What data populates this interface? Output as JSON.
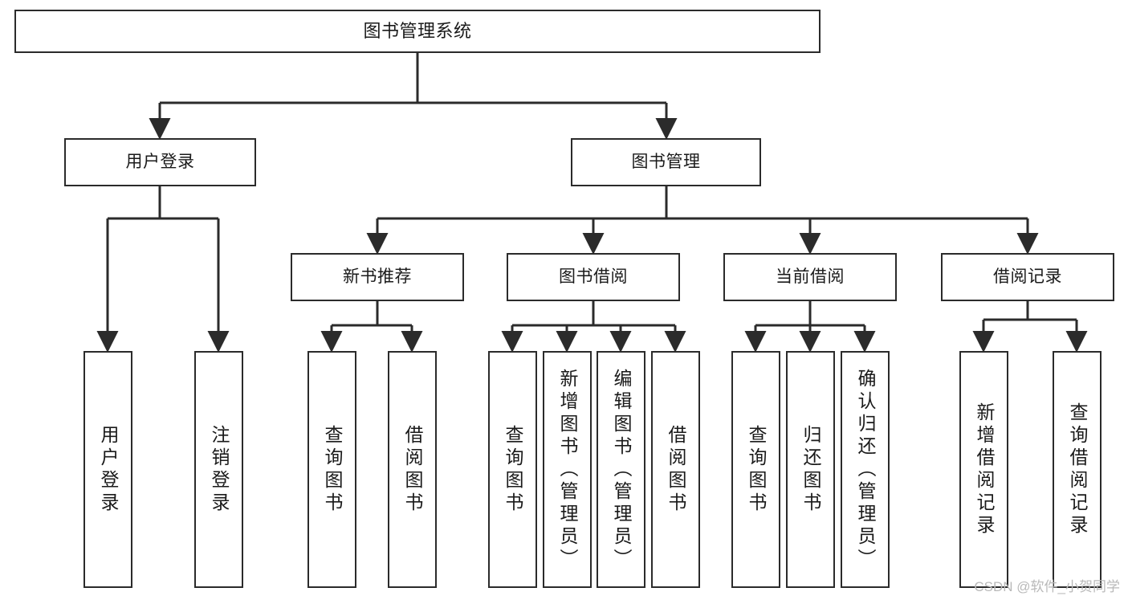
{
  "diagram": {
    "type": "tree-hierarchy-diagram",
    "title": "图书管理系统",
    "background_color": "#ffffff",
    "line_color": "#2b2b2b",
    "text_color": "#1a1a1a",
    "levels": 4
  },
  "nodes": {
    "root": {
      "label": "图书管理系统",
      "orientation": "horizontal"
    },
    "level2": [
      {
        "label": "用户登录",
        "orientation": "horizontal"
      },
      {
        "label": "图书管理",
        "orientation": "horizontal"
      }
    ],
    "level3": [
      {
        "label": "新书推荐",
        "orientation": "horizontal"
      },
      {
        "label": "图书借阅",
        "orientation": "horizontal"
      },
      {
        "label": "当前借阅",
        "orientation": "horizontal"
      },
      {
        "label": "借阅记录",
        "orientation": "horizontal"
      }
    ],
    "leaves_user_login": [
      {
        "label": "用户登录",
        "orientation": "vertical"
      },
      {
        "label": "注销登录",
        "orientation": "vertical"
      }
    ],
    "leaves_new_book": [
      {
        "label": "查询图书",
        "orientation": "vertical"
      },
      {
        "label": "借阅图书",
        "orientation": "vertical"
      }
    ],
    "leaves_borrow": [
      {
        "label": "查询图书",
        "orientation": "vertical"
      },
      {
        "label": "新增图书（管理员）",
        "orientation": "vertical"
      },
      {
        "label": "编辑图书（管理员）",
        "orientation": "vertical"
      },
      {
        "label": "借阅图书",
        "orientation": "vertical"
      }
    ],
    "leaves_current": [
      {
        "label": "查询图书",
        "orientation": "vertical"
      },
      {
        "label": "归还图书",
        "orientation": "vertical"
      },
      {
        "label": "确认归还（管理员）",
        "orientation": "vertical"
      }
    ],
    "leaves_records": [
      {
        "label": "新增借阅记录",
        "orientation": "vertical"
      },
      {
        "label": "查询借阅记录",
        "orientation": "vertical"
      }
    ]
  },
  "watermark": {
    "text": "CSDN @软件_小贺同学",
    "color": "#b9b9b9"
  }
}
